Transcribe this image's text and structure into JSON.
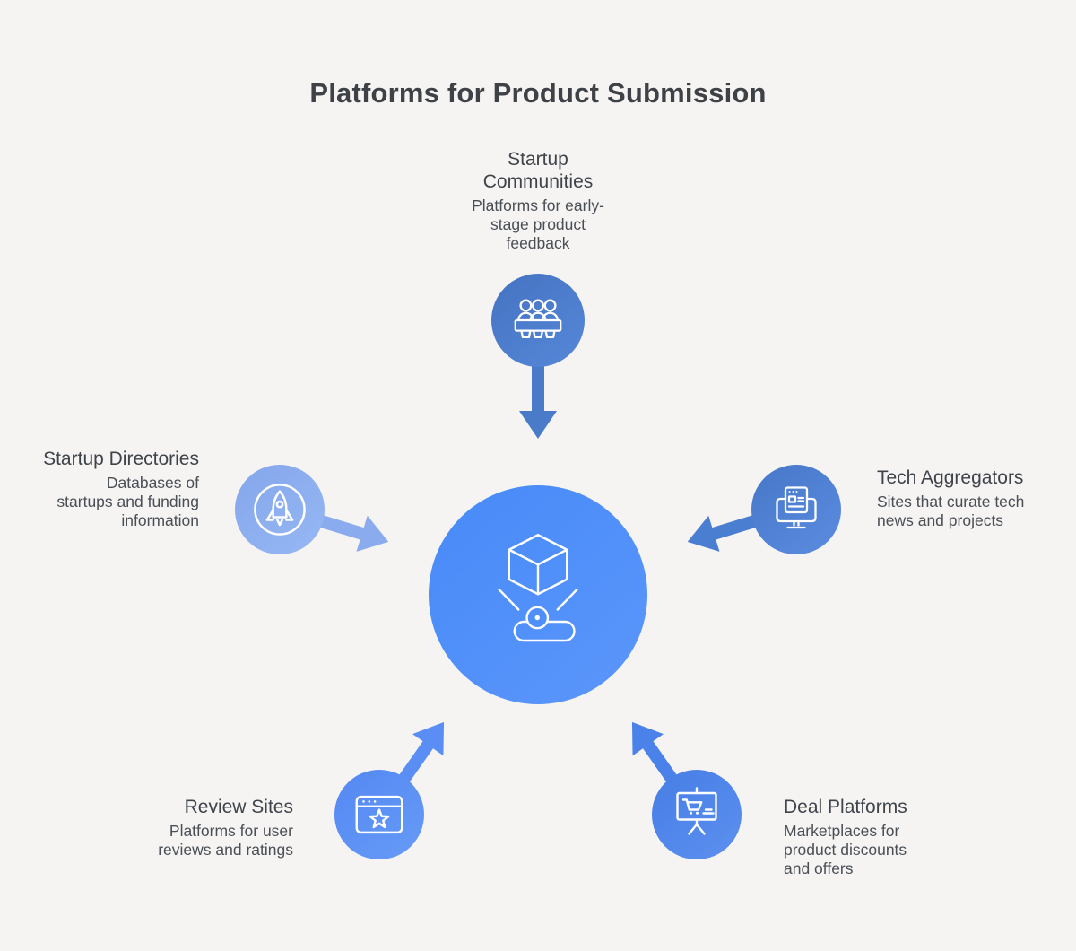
{
  "title": "Platforms for Product Submission",
  "center": {
    "icon": "product-hologram-icon",
    "color": "#4e8dfa"
  },
  "nodes": [
    {
      "id": "startup-communities",
      "position": "top",
      "title": "Startup\nCommunities",
      "description": "Platforms for early-\nstage product\nfeedback",
      "icon": "community-meeting-icon",
      "color": "#4a7bc9"
    },
    {
      "id": "tech-aggregators",
      "position": "right",
      "title": "Tech Aggregators",
      "description": "Sites that curate tech\nnews and projects",
      "icon": "monitor-browser-icon",
      "color": "#4a7ed1"
    },
    {
      "id": "deal-platforms",
      "position": "bottom-right",
      "title": "Deal Platforms",
      "description": "Marketplaces for\nproduct discounts\nand offers",
      "icon": "presentation-cart-icon",
      "color": "#4b82e9"
    },
    {
      "id": "review-sites",
      "position": "bottom-left",
      "title": "Review Sites",
      "description": "Platforms for user\nreviews and ratings",
      "icon": "browser-star-icon",
      "color": "#5b8ef5"
    },
    {
      "id": "startup-directories",
      "position": "left",
      "title": "Startup Directories",
      "description": "Databases of\nstartups and funding\ninformation",
      "icon": "rocket-icon",
      "color": "#8aacee"
    }
  ],
  "background_color": "#f5f4f2"
}
